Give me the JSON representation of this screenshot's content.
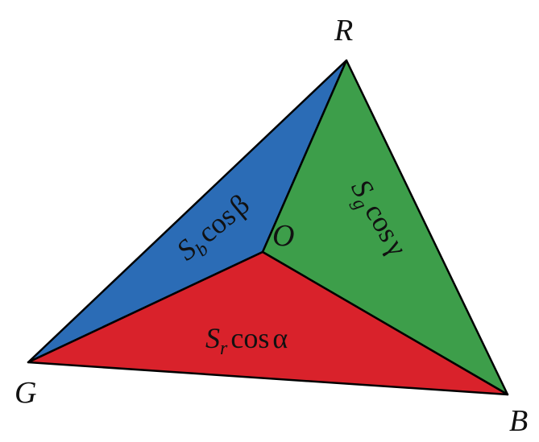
{
  "vertices": {
    "R": "R",
    "G": "G",
    "B": "B",
    "O": "O"
  },
  "regions": {
    "blue": {
      "S": "S",
      "sub": "b",
      "fn": "cos",
      "angle": "β",
      "color": "#2b6cb6"
    },
    "green": {
      "S": "S",
      "sub": "g",
      "fn": "cos",
      "angle": "γ",
      "color": "#3d9e4a"
    },
    "red": {
      "S": "S",
      "sub": "r",
      "fn": "cos",
      "angle": "α",
      "color": "#d9222b"
    }
  }
}
